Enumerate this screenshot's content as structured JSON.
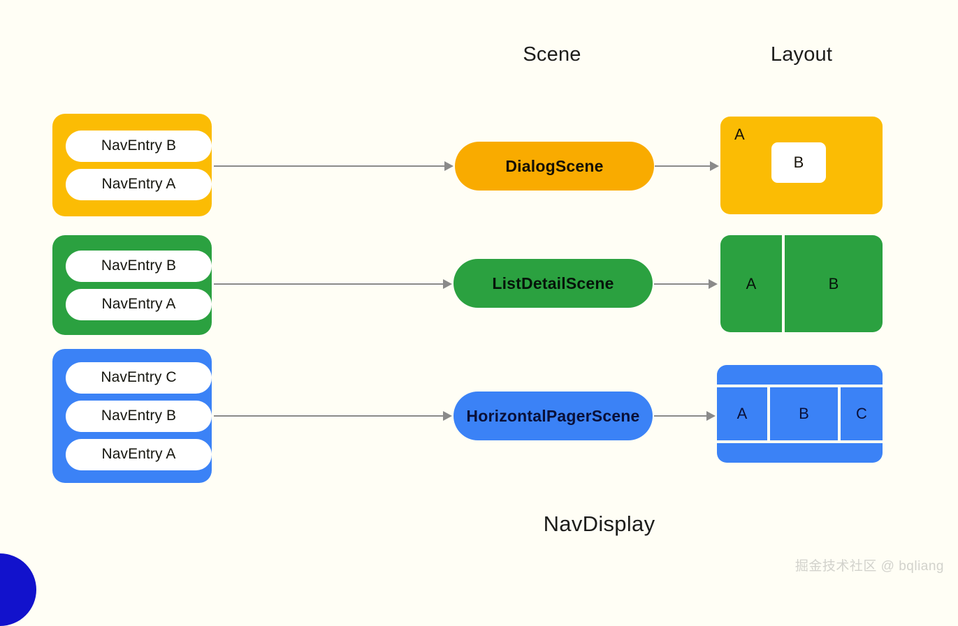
{
  "headers": {
    "scene": "Scene",
    "layout": "Layout"
  },
  "caption": "NavDisplay",
  "watermark": "掘金技术社区 @ bqliang",
  "colors": {
    "background": "#fffef5",
    "dialog": "#fbbc04",
    "dialog_scene": "#f9ab00",
    "listdetail": "#2ba140",
    "pager": "#3b82f6",
    "arrow": "#8a8a8a",
    "pill": "#ffffff",
    "corner_decoration": "#1212cc"
  },
  "rows": [
    {
      "id": "dialog",
      "nav_entries": [
        "NavEntry B",
        "NavEntry A"
      ],
      "scene": "DialogScene",
      "layout": {
        "kind": "dialog",
        "background_label": "A",
        "overlay_label": "B"
      }
    },
    {
      "id": "listdetail",
      "nav_entries": [
        "NavEntry B",
        "NavEntry A"
      ],
      "scene": "ListDetailScene",
      "layout": {
        "kind": "two-pane",
        "list_label": "A",
        "detail_label": "B"
      }
    },
    {
      "id": "pager",
      "nav_entries": [
        "NavEntry C",
        "NavEntry B",
        "NavEntry A"
      ],
      "scene": "HorizontalPagerScene",
      "layout": {
        "kind": "pager",
        "pages": [
          "A",
          "B",
          "C"
        ]
      }
    }
  ]
}
